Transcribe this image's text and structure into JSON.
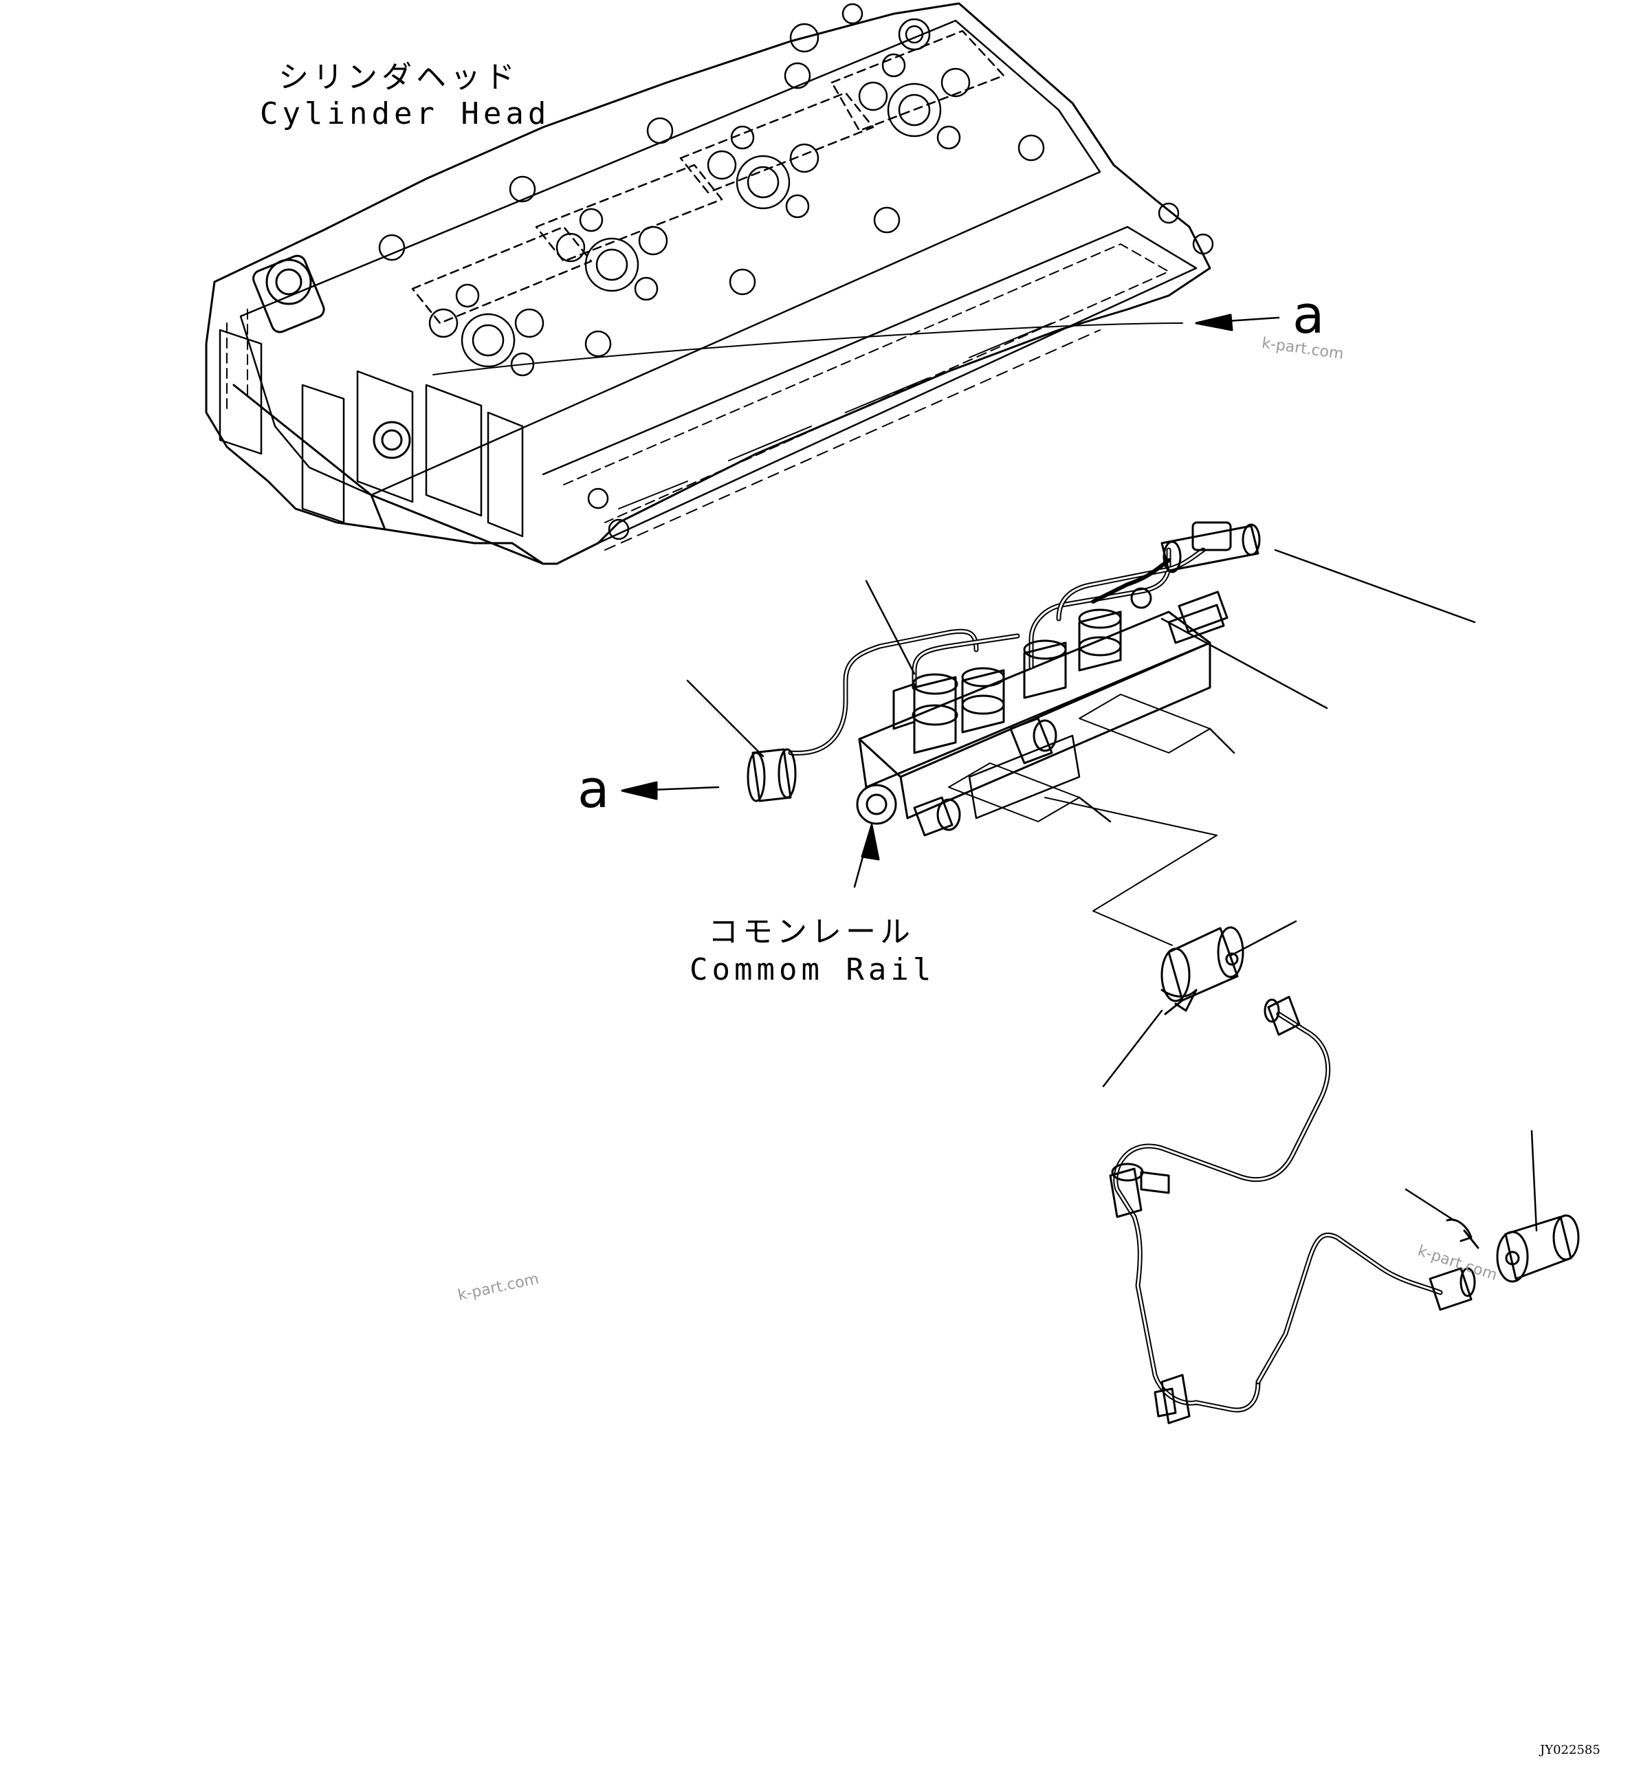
{
  "labels": {
    "cylinder_head_jp": "シリンダヘッド",
    "cylinder_head_en": "Cylinder Head",
    "common_rail_jp": "コモンレール",
    "common_rail_en": "Commom Rail",
    "callout_a_top": "a",
    "callout_a_left": "a"
  },
  "watermarks": [
    "k-part.com",
    "k-part.com",
    "k-part.com"
  ],
  "drawing_code": "JY022585"
}
